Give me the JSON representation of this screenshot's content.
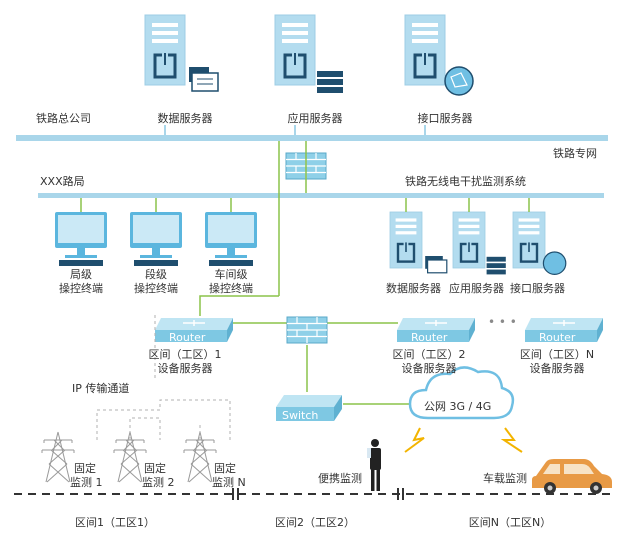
{
  "top": {
    "company": "铁路总公司",
    "servers": [
      "数据服务器",
      "应用服务器",
      "接口服务器"
    ],
    "private_net": "铁路专网"
  },
  "bureau": {
    "name": "XXX路局",
    "system": "铁路无线电干扰监测系统",
    "terminals": [
      {
        "line1": "局级",
        "line2": "操控终端"
      },
      {
        "line1": "段级",
        "line2": "操控终端"
      },
      {
        "line1": "车间级",
        "line2": "操控终端"
      }
    ],
    "servers": [
      "数据服务器",
      "应用服务器",
      "接口服务器"
    ]
  },
  "routers": [
    {
      "badge": "Router",
      "line1": "区间（工区）1",
      "line2": "设备服务器"
    },
    {
      "badge": "Router",
      "line1": "区间（工区）2",
      "line2": "设备服务器"
    },
    {
      "badge": "Router",
      "line1": "区间（工区）N",
      "line2": "设备服务器"
    }
  ],
  "switch_label": "Switch",
  "ellipsis": "• • •",
  "ip_channel": "IP 传输通道",
  "cloud": "公网 3G / 4G",
  "towers": [
    {
      "line1": "固定",
      "line2": "监测 1"
    },
    {
      "line1": "固定",
      "line2": "监测 2"
    },
    {
      "line1": "固定",
      "line2": "监测 N"
    }
  ],
  "portable": "便携监测",
  "vehicle": "车载监测",
  "sections": [
    "区间1（工区1）",
    "区间2（工区2）",
    "区间N（工区N）"
  ],
  "colors": {
    "bus": "#a9d6ea",
    "link": "#8bc34a",
    "server": "#b3dcef",
    "server_dark": "#1f4e6e",
    "router": "#7ec8e3",
    "firewall": "#8fd0e8",
    "car": "#e89a45"
  }
}
